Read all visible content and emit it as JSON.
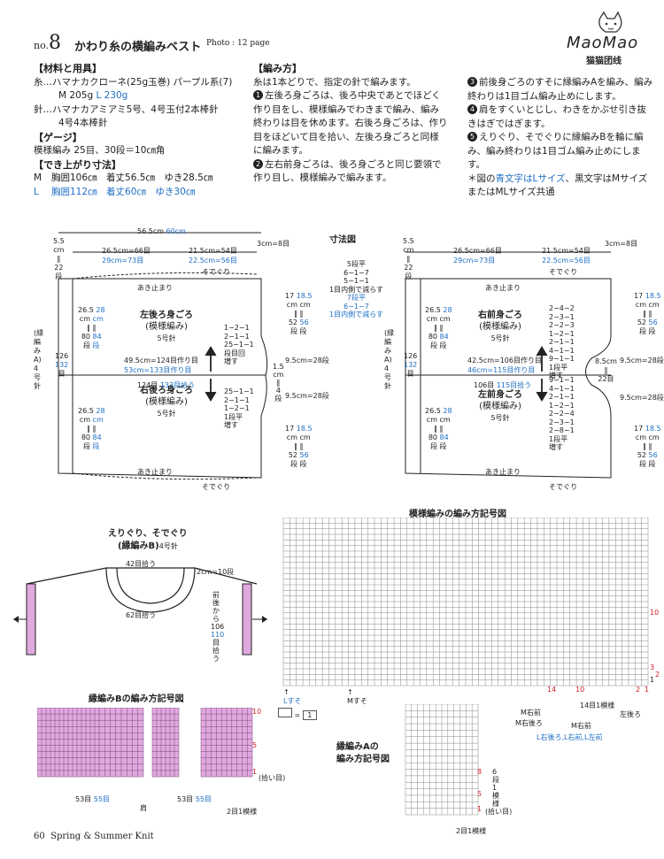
{
  "header": {
    "no_label": "no.",
    "no_number": "8",
    "title": "かわり糸の横編みベスト",
    "photo_ref": "Photo : 12 page",
    "logo_text": "MaoMao",
    "logo_sub": "猫猫团线"
  },
  "materials": {
    "heading": "【材料と用具】",
    "yarn": "糸…ハマナカクローネ(25g玉巻) パープル系(7)",
    "yarn_amount_m": "M 205g",
    "yarn_amount_l": "L 230g",
    "needles1": "針…ハマナカアミアミ5号、4号玉付2本棒針",
    "needles2": "4号4本棒針"
  },
  "gauge": {
    "heading": "【ゲージ】",
    "text": "模様編み 25目、30段＝10㎝角"
  },
  "finished": {
    "heading": "【でき上がり寸法】",
    "m_label": "M",
    "m_text": "胸囲106㎝　着丈56.5㎝　ゆき28.5㎝",
    "l_label": "L",
    "l_text": "胸囲112㎝　着丈60㎝　ゆき30㎝"
  },
  "method": {
    "heading": "【編み方】",
    "intro": "糸は1本どりで、指定の針で編みます。",
    "step1_num": "1",
    "step1": "左後ろ身ごろは、後ろ中央であとでほどく作り目をし、模様編みでわきまで編み、編み終わりは目を休めます。右後ろ身ごろは、作り目をほどいて目を拾い、左後ろ身ごろと同様に編みます。",
    "step2_num": "2",
    "step2": "左右前身ごろは、後ろ身ごろと同じ要領で作り目し、模様編みで編みます。",
    "step3_num": "3",
    "step3": "前後身ごろのすそに縁編みAを編み、編み終わりは1目ゴム編み止めにします。",
    "step4_num": "4",
    "step4": "肩をすくいとじし、わきをかぶせ引き抜きはぎではぎます。",
    "step5_num": "5",
    "step5": "えりぐり、そでぐりに縁編みBを輪に編み、編み終わりは1目ゴム編み止めにします。",
    "note_pre": "＊図の",
    "note_blue": "青文字はLサイズ",
    "note_post": "、黒文字はMサイズまたはMLサイズ共通"
  },
  "dimension_chart": {
    "title": "寸法図",
    "left_back": {
      "name": "左後ろ身ごろ",
      "pattern": "(模様編み)",
      "needle": "5号針"
    },
    "right_back": {
      "name": "右後ろ身ごろ",
      "pattern": "(模様編み)",
      "needle": "5号針"
    },
    "right_front": {
      "name": "右前身ごろ",
      "pattern": "(模様編み)",
      "needle": "5号針"
    },
    "left_front": {
      "name": "左前身ごろ",
      "pattern": "(模様編み)",
      "needle": "5号針"
    },
    "total_width": "56.5cm",
    "total_width_l": "60cm",
    "dim_a_m": "26.5cm=66目",
    "dim_a_l": "29cm=73目",
    "dim_b_m": "21.5cm=54目",
    "dim_b_l": "22.5cm=56目",
    "dim_shoulder": "3cm=8目",
    "dim_hem": "5.5",
    "dim_hem2": "cm",
    "dim_hem3": "22",
    "dim_hem4": "段",
    "cast_on_back_m": "49.5cm=124目作り目",
    "cast_on_back_l": "53cm=133目作り目",
    "pick_back_m": "124目",
    "pick_back_l": "133目拾う",
    "cast_on_front_m": "42.5cm=106目作り目",
    "cast_on_front_l": "46cm=115目作り目",
    "pick_front_m": "106目",
    "pick_front_l": "115目拾う",
    "armhole_m": "9.5cm=28段",
    "gap": "1.5",
    "gap2": "cm",
    "gap3": "4",
    "gap4": "段",
    "front_neck": "8.5cm",
    "front_neck2": "22目",
    "height_26": "26.5",
    "height_28": "28",
    "height_cm": "cm",
    "height_80": "80",
    "height_84": "84",
    "height_dan": "段",
    "height_17": "17",
    "height_185": "18.5",
    "height_52": "52",
    "height_56": "56",
    "height_126": "126",
    "height_132": "132",
    "height_moku": "目",
    "border_a": "(縁編みA)",
    "border_a_needle": "4号針",
    "neck_rest": "あき止まり",
    "armhole_label": "そでぐり",
    "dec_left": [
      "5段平",
      "6−1−7",
      "5−1−1",
      "1目内側で減らす",
      "7段平",
      "6−1−7",
      "1目内側で減らす"
    ],
    "dec_left_blue_start": 4,
    "inc_back": [
      "1−2−1",
      "2−1−1",
      "25−1−1",
      "段目回",
      "増す"
    ],
    "inc_back2": [
      "25−1−1",
      "2−1−1",
      "1−2−1",
      "1段平",
      "増す"
    ],
    "front_top": [
      "2−4−2",
      "2−3−1",
      "2−2−3",
      "1−2−1",
      "2−1−1",
      "4−1−1",
      "9−1−1",
      "1段平",
      "増す"
    ],
    "front_bot": [
      "9−1−1",
      "4−1−1",
      "2−1−1",
      "1−2−1",
      "2−2−4",
      "2−3−1",
      "2−8−1",
      "1段平",
      "増す"
    ]
  },
  "neckband": {
    "title": "えりぐり、そでぐり",
    "subtitle": "(縁編みB)",
    "needle": "4号針",
    "pick_top": "42目拾う",
    "pick_bottom": "62目拾う",
    "band_height": "2cm=10段",
    "side_label": "前後から",
    "side_m": "106",
    "side_l": "110",
    "side_unit": "目拾う"
  },
  "pattern_chart": {
    "title": "模様編みの編み方記号図",
    "l_start": "Lすそ",
    "m_start": "Mすそ",
    "legend": "=",
    "legend_val": "1",
    "nums_bottom": [
      "14",
      "10",
      "2",
      "1"
    ],
    "repeat": "14目1模様",
    "m_right_front": "M右前",
    "m_right_back": "M右後ろ",
    "m_left_back": "M右前",
    "left_back": "左後ろ",
    "l_labels": "L右後ろ,L右前,L左前",
    "row_right_a": "10",
    "row_right_b": "1",
    "row_right_c": "3",
    "row_right_d": "2"
  },
  "border_b": {
    "title": "縁編みBの編み方記号図",
    "left_count_m": "53目",
    "left_count_l": "55目",
    "right_count_m": "53目",
    "right_count_l": "55目",
    "shoulder": "肩",
    "repeat": "2目1模様",
    "rows": [
      "10",
      "5",
      "1"
    ],
    "pick": "(拾い目)"
  },
  "border_a": {
    "title": "縁編みAの",
    "title2": "編み方記号図",
    "rows": [
      "8",
      "5",
      "1"
    ],
    "repeat_rows": "6段1模様",
    "repeat": "2目1模様",
    "pick": "(拾い目)"
  },
  "footer": {
    "page": "60",
    "book": "Spring & Summer Knit"
  },
  "colors": {
    "blue": "#1f6fc4",
    "pink": "#e0a8df",
    "red": "#d0202a"
  }
}
